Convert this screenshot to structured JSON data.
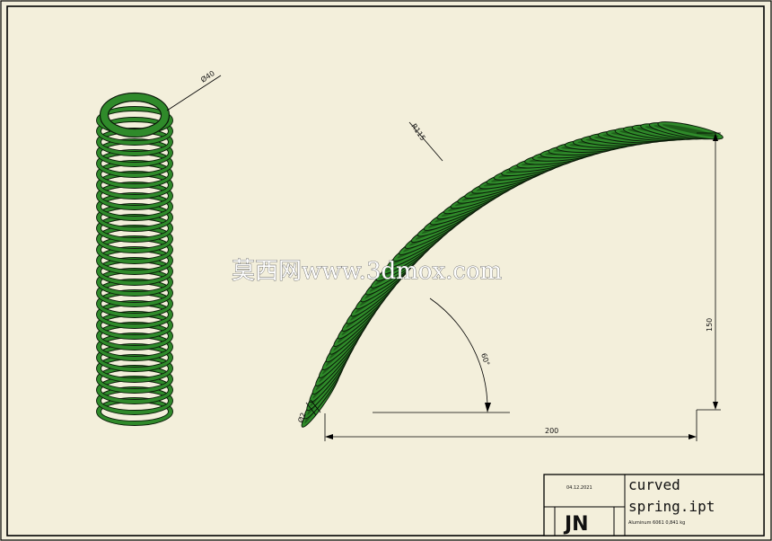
{
  "drawing": {
    "dimensions": {
      "diameter_outer": "Ø40",
      "radius": "R115",
      "angle": "60°",
      "wire_diameter": "Ø2",
      "height": "150",
      "width": "200"
    },
    "watermark": "莫西网www.3dmox.com"
  },
  "title_block": {
    "date": "04.12.2021",
    "file_name_line1": "curved",
    "file_name_line2": "spring.ipt",
    "material": "Aluminum 6061 0,841 kg",
    "initials": "JN"
  },
  "colors": {
    "spring_fill": "#2f8a2a",
    "spring_stroke": "#0a1a08",
    "paper": "#f3efdb"
  }
}
